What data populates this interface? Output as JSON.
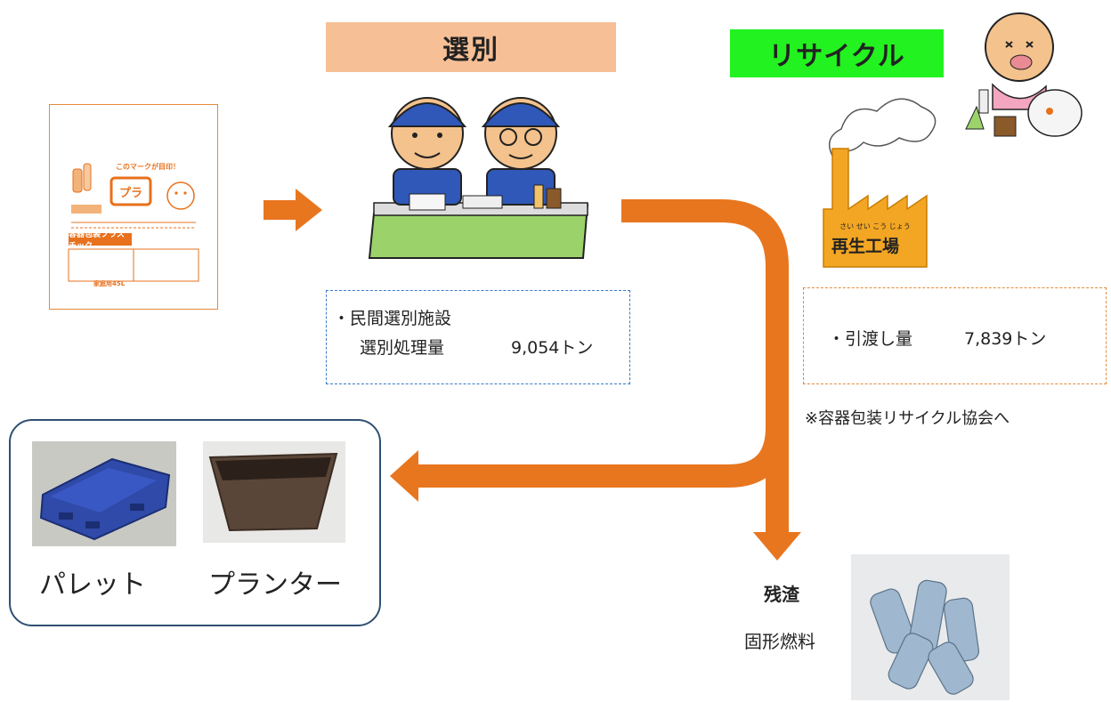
{
  "header": {
    "sorting_label": "選別",
    "recycle_label": "リサイクル"
  },
  "bag": {
    "mark_caption": "このマークが目印！",
    "mark_text": "プラ",
    "label": "容器包装プラスチック",
    "capacity": "家庭用45L"
  },
  "facility_box": {
    "line1": "・民間選別施設",
    "line2": "選別処理量",
    "value": "9,054トン"
  },
  "factory": {
    "ruby": "さい せい こう じょう",
    "name": "再生工場"
  },
  "transfer_box": {
    "label": "・引渡し量",
    "value": "7,839トン",
    "note": "※容器包装リサイクル協会へ"
  },
  "products": [
    {
      "label": "パレット"
    },
    {
      "label": "プランター"
    }
  ],
  "residue": {
    "title": "残渣",
    "subtitle": "固形燃料"
  },
  "colors": {
    "arrow": "#e8761f",
    "sorting_bg": "#f6bf96",
    "recycle_bg": "#22f21f",
    "factory": "#f3a623",
    "facility_border": "#3a78c9",
    "transfer_border": "#e58a3c",
    "products_border": "#2f4f73"
  }
}
